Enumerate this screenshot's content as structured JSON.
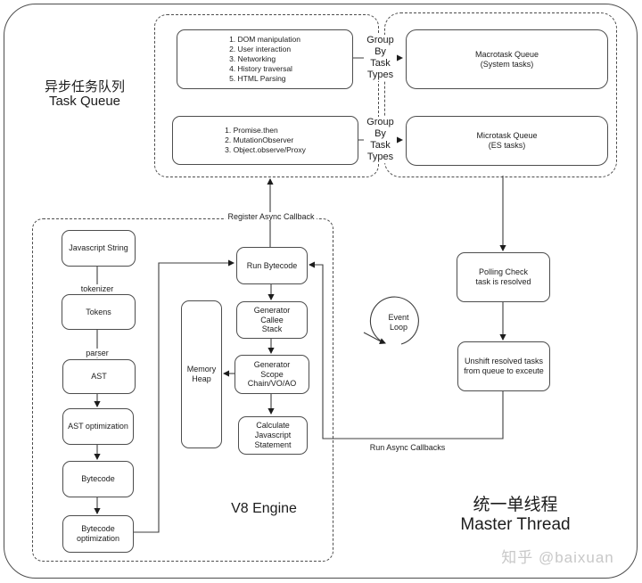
{
  "colors": {
    "line": "#3d3d3d",
    "box_border": "#4d4d4d",
    "text": "#1c1c1c",
    "watermark": "#c8c8c8",
    "background": "#ffffff"
  },
  "task_queue": {
    "title_zh": "异步任务队列",
    "title_en": "Task Queue",
    "macrotask_sources": [
      "1. DOM manipulation",
      "2. User interaction",
      "3. Networking",
      "4. History traversal",
      "5. HTML Parsing"
    ],
    "microtask_sources": [
      "1. Promise.then",
      "2. MutationObserver",
      "3. Object.observe/Proxy"
    ],
    "group_by": "Group\nBy\nTask\nTypes",
    "macrotask_queue": "Macrotask Queue\n(System tasks)",
    "microtask_queue": "Microtask Queue\n(ES tasks)"
  },
  "v8": {
    "title": "V8 Engine",
    "javascript_string": "Javascript String",
    "tokenizer": "tokenizer",
    "tokens": "Tokens",
    "parser": "parser",
    "ast": "AST",
    "ast_optimization": "AST optimization",
    "bytecode": "Bytecode",
    "bytecode_optimization": "Bytecode\noptimization",
    "run_bytecode": "Run Bytecode",
    "generator_callee_stack": "Generator\nCallee\nStack",
    "generator_scope_chain": "Generator\nScope Chain/VO/AO",
    "calculate_js_statement": "Calculate\nJavascript\nStatement",
    "memory_heap": "Memory\nHeap"
  },
  "master_thread": {
    "title_zh": "统一单线程",
    "title_en": "Master Thread",
    "polling_check": "Polling Check\ntask is resolved",
    "unshift_tasks": "Unshift resolved tasks\nfrom queue to exceute"
  },
  "edges": {
    "register_async_callback": "Register Async Callback",
    "run_async_callbacks": "Run Async Callbacks",
    "event_loop": "Event\nLoop"
  },
  "watermark": "知乎 @baixuan"
}
